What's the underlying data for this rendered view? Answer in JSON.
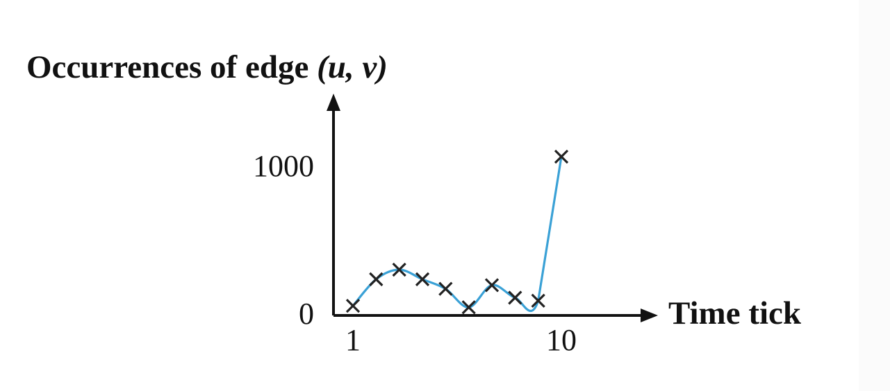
{
  "chart_data": {
    "type": "line",
    "ylabel_prefix": "Occurrences of edge ",
    "ylabel_math": "(u, v)",
    "xlabel": "Time tick",
    "xticks": [
      {
        "value": 1,
        "label": "1"
      },
      {
        "value": 10,
        "label": "10"
      }
    ],
    "yticks": [
      {
        "value": 0,
        "label": "0"
      },
      {
        "value": 1000,
        "label": "1000"
      }
    ],
    "series": [
      {
        "x": [
          1,
          2,
          3,
          4,
          5,
          6,
          7,
          8,
          9,
          10
        ],
        "y": [
          65,
          245,
          310,
          245,
          180,
          55,
          205,
          120,
          100,
          1075
        ]
      }
    ],
    "marker": "x",
    "line_color": "#3aa1d6",
    "marker_color": "#222222",
    "axis_color": "#111111"
  }
}
